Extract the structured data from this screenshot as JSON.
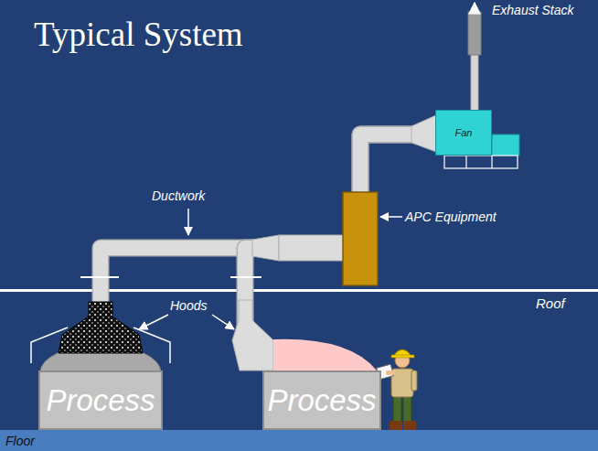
{
  "diagram": {
    "title": "Typical System",
    "nodes": [
      {
        "text": [
          "Fan"
        ]
      },
      {
        "text": [
          "Process"
        ]
      },
      {
        "text": [
          "Process"
        ]
      }
    ],
    "edges": [
      {
        "from": 1,
        "to": 0,
        "arrow": "none"
      },
      {
        "from": 2,
        "to": 0,
        "arrow": "none"
      }
    ],
    "labels": [
      "Exhaust Stack",
      "Ductwork",
      "APC Equipment",
      "Hoods",
      "Roof",
      "Floor"
    ]
  }
}
